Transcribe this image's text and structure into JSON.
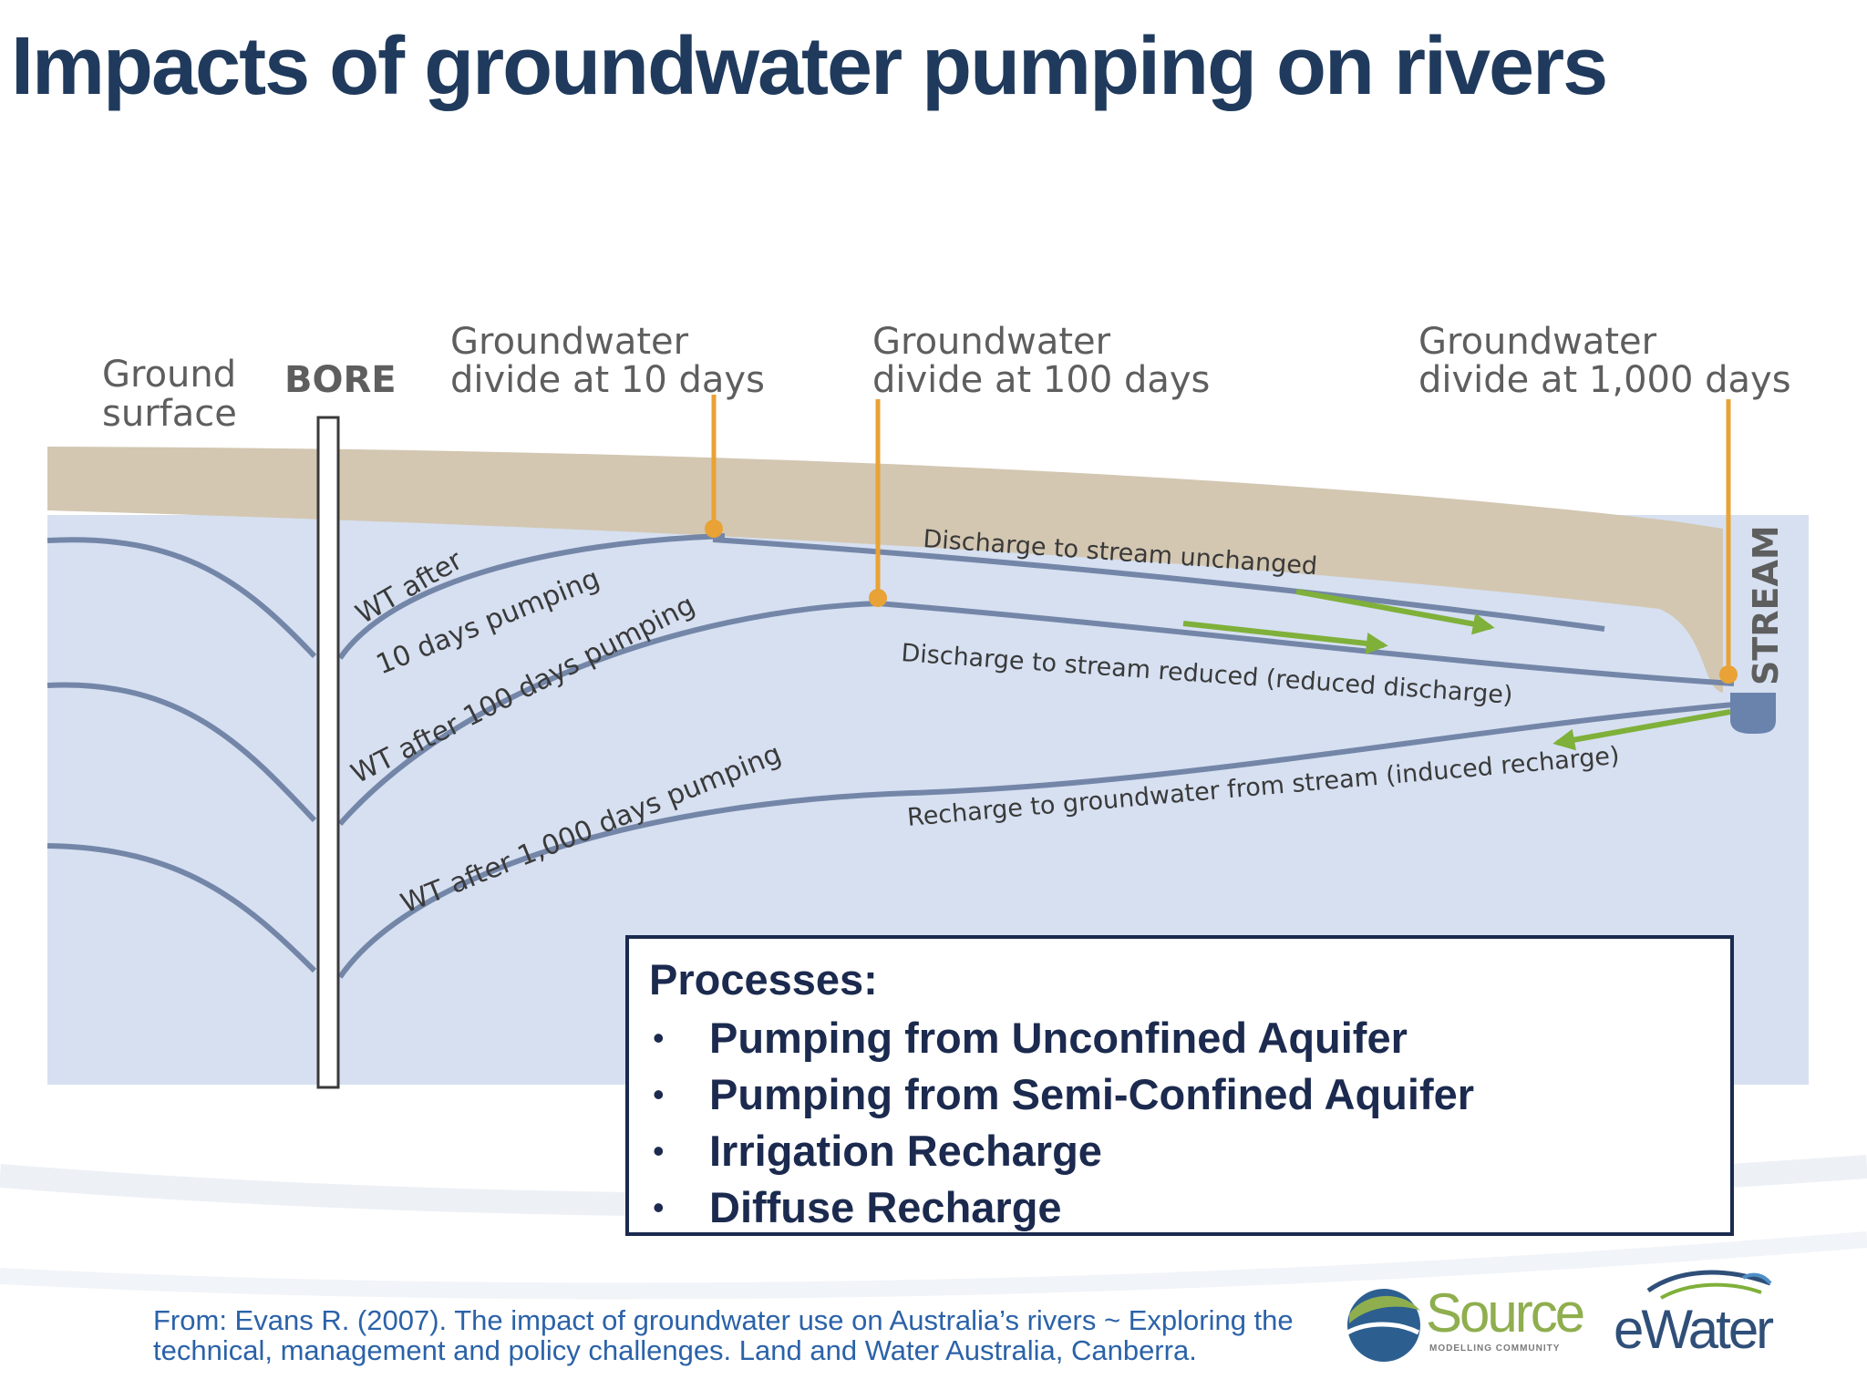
{
  "title": "Impacts of groundwater pumping on rivers",
  "diagram": {
    "labels": {
      "ground_surface_line1": "Ground",
      "ground_surface_line2": "surface",
      "bore": "BORE",
      "divide_10_line1": "Groundwater",
      "divide_10_line2": "divide at 10 days",
      "divide_100_line1": "Groundwater",
      "divide_100_line2": "divide at 100 days",
      "divide_1000_line1": "Groundwater",
      "divide_1000_line2": "divide at 1,000 days",
      "stream": "STREAM"
    },
    "water_tables": {
      "wt_10_line1": "WT after",
      "wt_10_line2": "10 days pumping",
      "wt_100": "WT after 100 days pumping",
      "wt_1000": "WT after 1,000 days pumping"
    },
    "flows": {
      "unchanged": "Discharge to stream unchanged",
      "reduced": "Discharge to stream reduced (reduced discharge)",
      "recharge": "Recharge to groundwater from stream (induced recharge)"
    },
    "colors": {
      "ground": "#d3c7b2",
      "groundwater": "#d6e0f1",
      "water_table": "#7486a8",
      "divide_marker": "#e8a235",
      "flow_arrow": "#7fb03a",
      "stream": "#6a83ad"
    }
  },
  "processes": {
    "heading": "Processes:",
    "items": [
      "Pumping from Unconfined Aquifer",
      "Pumping from Semi-Confined Aquifer",
      "Irrigation Recharge",
      "Diffuse Recharge"
    ]
  },
  "citation": {
    "line1": "From: Evans R. (2007). The impact of groundwater use on Australia’s rivers ~ Exploring the",
    "line2": "technical, management and policy challenges. Land and Water Australia, Canberra."
  },
  "logos": {
    "source_word": "Source",
    "source_sub": "MODELLING COMMUNITY",
    "ewater_word": "eWater"
  }
}
